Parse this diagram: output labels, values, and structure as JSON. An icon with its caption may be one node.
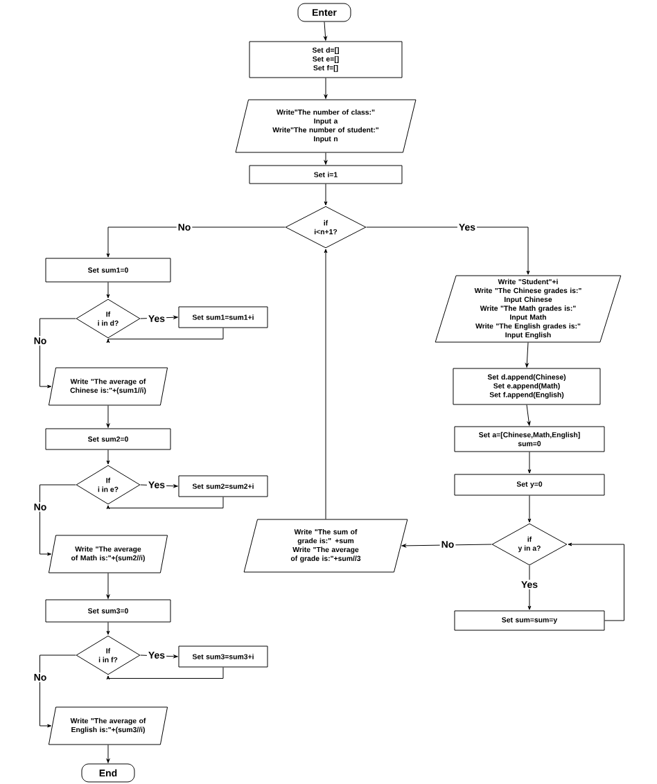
{
  "diagram": {
    "nodes": [
      {
        "text": [
          "Enter"
        ]
      },
      {
        "text": [
          "Set d=[]",
          "Set e=[]",
          "Set f=[]"
        ]
      },
      {
        "text": [
          "Write\"The number of class:\"",
          "Input a",
          "Write\"The number of student:\"",
          "Input n"
        ]
      },
      {
        "text": [
          "Set i=1"
        ]
      },
      {
        "text": [
          "if",
          "i<n+1?"
        ]
      },
      {
        "text": [
          "Set sum1=0"
        ]
      },
      {
        "text": [
          "If",
          "i in d?"
        ]
      },
      {
        "text": [
          "Set sum1=sum1+i"
        ]
      },
      {
        "text": [
          "Write \"The average of Chinese is:\"+(sum1//i)"
        ]
      },
      {
        "text": [
          "Set sum2=0"
        ]
      },
      {
        "text": [
          "If",
          "i in e?"
        ]
      },
      {
        "text": [
          "Set sum2=sum2+i"
        ]
      },
      {
        "text": [
          "Write \"The average of Math is:\"+(sum2//i)"
        ]
      },
      {
        "text": [
          "Set sum3=0"
        ]
      },
      {
        "text": [
          "If",
          "i in f?"
        ]
      },
      {
        "text": [
          "Set sum3=sum3+i"
        ]
      },
      {
        "text": [
          "Write \"The average of English is:\"+(sum3//i)"
        ]
      },
      {
        "text": [
          "End"
        ]
      },
      {
        "text": [
          "Write \"Student\"+i",
          "Write \"The Chinese grades is:\"",
          "Input Chinese",
          "Write \"The Math grades is:\"",
          "Input Math",
          "Write \"The English grades is:\"",
          "Input English"
        ]
      },
      {
        "text": [
          "Set d.append(Chinese)",
          "Set e.append(Math)",
          "Set f.append(English)"
        ]
      },
      {
        "text": [
          "Set a=[Chinese,Math,English]",
          "sum=0"
        ]
      },
      {
        "text": [
          "Set y=0"
        ]
      },
      {
        "text": [
          "if",
          "y in a?"
        ]
      },
      {
        "text": [
          "Set sum=sum=y"
        ]
      },
      {
        "text": [
          "Write \"The sum of grade is:\" +sum",
          "Write \"The average of grade is:\"+sum//3"
        ]
      }
    ],
    "edges": [
      {
        "from": 0,
        "to": 1,
        "arrow": "to"
      },
      {
        "from": 1,
        "to": 2,
        "arrow": "to"
      },
      {
        "from": 2,
        "to": 3,
        "arrow": "to"
      },
      {
        "from": 3,
        "to": 4,
        "arrow": "to"
      },
      {
        "from": 4,
        "to": 5,
        "arrow": "to",
        "label": "No"
      },
      {
        "from": 4,
        "to": 18,
        "arrow": "to",
        "label": "Yes"
      },
      {
        "from": 5,
        "to": 6,
        "arrow": "to"
      },
      {
        "from": 6,
        "to": 7,
        "arrow": "to",
        "label": "Yes"
      },
      {
        "from": 7,
        "to": 6,
        "arrow": "to"
      },
      {
        "from": 6,
        "to": 8,
        "arrow": "to",
        "label": "No"
      },
      {
        "from": 8,
        "to": 9,
        "arrow": "to"
      },
      {
        "from": 9,
        "to": 10,
        "arrow": "to"
      },
      {
        "from": 10,
        "to": 11,
        "arrow": "to",
        "label": "Yes"
      },
      {
        "from": 11,
        "to": 10,
        "arrow": "to"
      },
      {
        "from": 10,
        "to": 12,
        "arrow": "to",
        "label": "No"
      },
      {
        "from": 12,
        "to": 13,
        "arrow": "to"
      },
      {
        "from": 13,
        "to": 14,
        "arrow": "to"
      },
      {
        "from": 14,
        "to": 15,
        "arrow": "to",
        "label": "Yes"
      },
      {
        "from": 15,
        "to": 14,
        "arrow": "to"
      },
      {
        "from": 14,
        "to": 16,
        "arrow": "to",
        "label": "No"
      },
      {
        "from": 16,
        "to": 17,
        "arrow": "to"
      },
      {
        "from": 18,
        "to": 19,
        "arrow": "to"
      },
      {
        "from": 19,
        "to": 20,
        "arrow": "to"
      },
      {
        "from": 20,
        "to": 21,
        "arrow": "to"
      },
      {
        "from": 21,
        "to": 22,
        "arrow": "to"
      },
      {
        "from": 22,
        "to": 23,
        "arrow": "to",
        "label": "Yes"
      },
      {
        "from": 23,
        "to": 22,
        "arrow": "to"
      },
      {
        "from": 22,
        "to": 24,
        "arrow": "to",
        "label": "No"
      },
      {
        "from": 24,
        "to": 4,
        "arrow": "to"
      }
    ]
  }
}
